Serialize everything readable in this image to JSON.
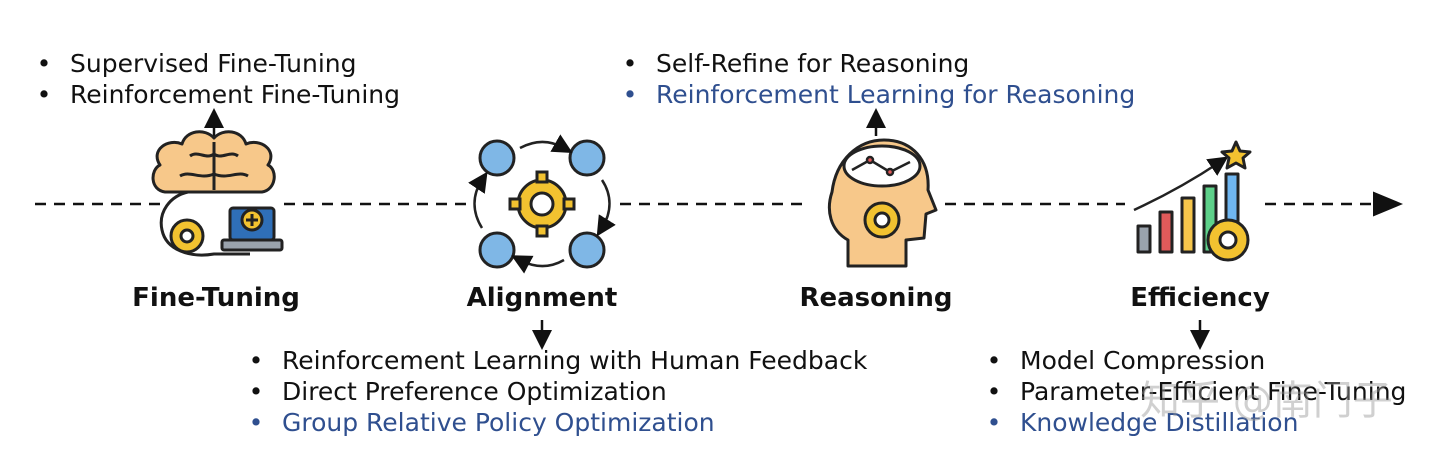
{
  "stages": [
    {
      "id": "fine-tuning",
      "label": "Fine-Tuning",
      "icon": "brain-gear-laptop-icon"
    },
    {
      "id": "alignment",
      "label": "Alignment",
      "icon": "people-cycle-gear-icon"
    },
    {
      "id": "reasoning",
      "label": "Reasoning",
      "icon": "head-brain-gear-icon"
    },
    {
      "id": "efficiency",
      "label": "Efficiency",
      "icon": "growth-chart-gear-star-icon"
    }
  ],
  "lists": {
    "fine_tuning": [
      "Supervised Fine-Tuning",
      "Reinforcement Fine-Tuning"
    ],
    "alignment": [
      "Reinforcement Learning with Human Feedback",
      "Direct Preference Optimization",
      "Group Relative Policy Optimization"
    ],
    "reasoning": [
      "Self-Refine for Reasoning",
      "Reinforcement Learning for Reasoning"
    ],
    "efficiency": [
      "Model Compression",
      "Parameter-Efficient Fine-Tuning",
      "Knowledge Distillation"
    ]
  },
  "bullet": "•",
  "watermark": "知乎 @南门子",
  "colors": {
    "highlight": "#2F4F8F",
    "brain": "#F7C88A",
    "gear": "#F2C230",
    "person": "#7FB7E6",
    "laptop": "#2F6FB8",
    "bar_red": "#E05A5A",
    "bar_yellow": "#F6C64B",
    "bar_green": "#5ED18A",
    "bar_blue": "#6FB6F0",
    "bar_gray": "#9AA3AD",
    "star": "#F2C230"
  }
}
